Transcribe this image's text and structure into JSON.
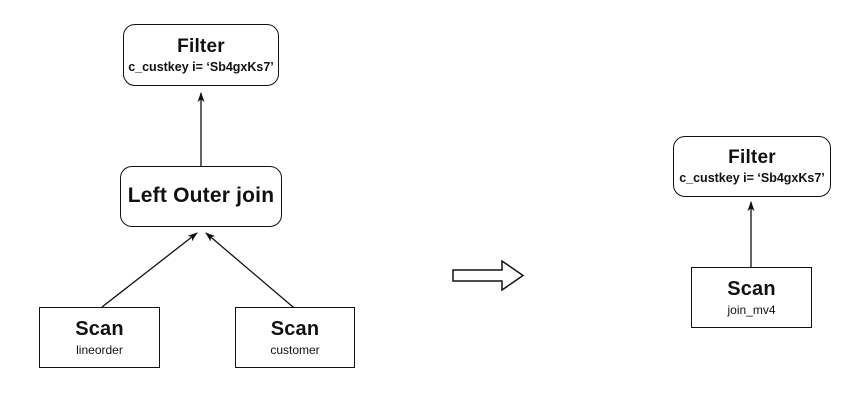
{
  "diagram": {
    "background": "#ffffff",
    "stroke_color": "#111111",
    "left_plan": {
      "filter": {
        "title": "Filter",
        "condition": "c_custkey i= ‘Sb4gxKs7’"
      },
      "join": {
        "title": "Left Outer join"
      },
      "scan_lineorder": {
        "title": "Scan",
        "table": "lineorder"
      },
      "scan_customer": {
        "title": "Scan",
        "table": "customer"
      }
    },
    "right_plan": {
      "filter": {
        "title": "Filter",
        "condition": "c_custkey i= ‘Sb4gxKs7’"
      },
      "scan_mv": {
        "title": "Scan",
        "table": "join_mv4"
      }
    }
  }
}
